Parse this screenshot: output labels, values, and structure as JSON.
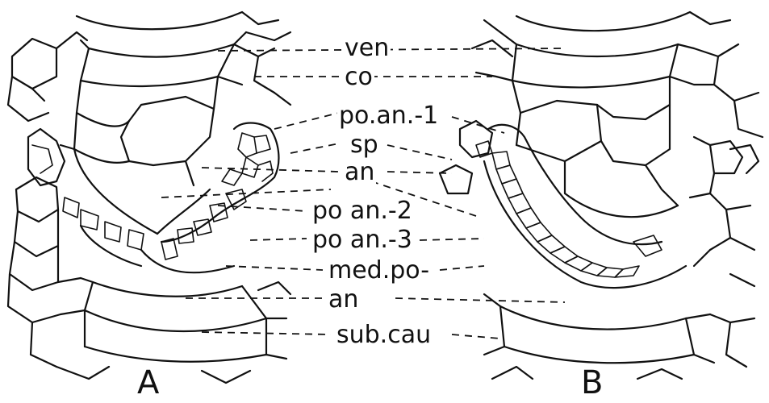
{
  "labels": {
    "ven": "ven",
    "co": "co",
    "po_an_1": "po.an.-1",
    "sp": "sp",
    "an_upper": "an",
    "po_an_2": "po an.-2",
    "po_an_3": "po an.-3",
    "med_po": "med.po-",
    "an_lower": "an",
    "sub_cau": "sub.cau"
  },
  "panels": {
    "left": "A",
    "right": "B"
  }
}
